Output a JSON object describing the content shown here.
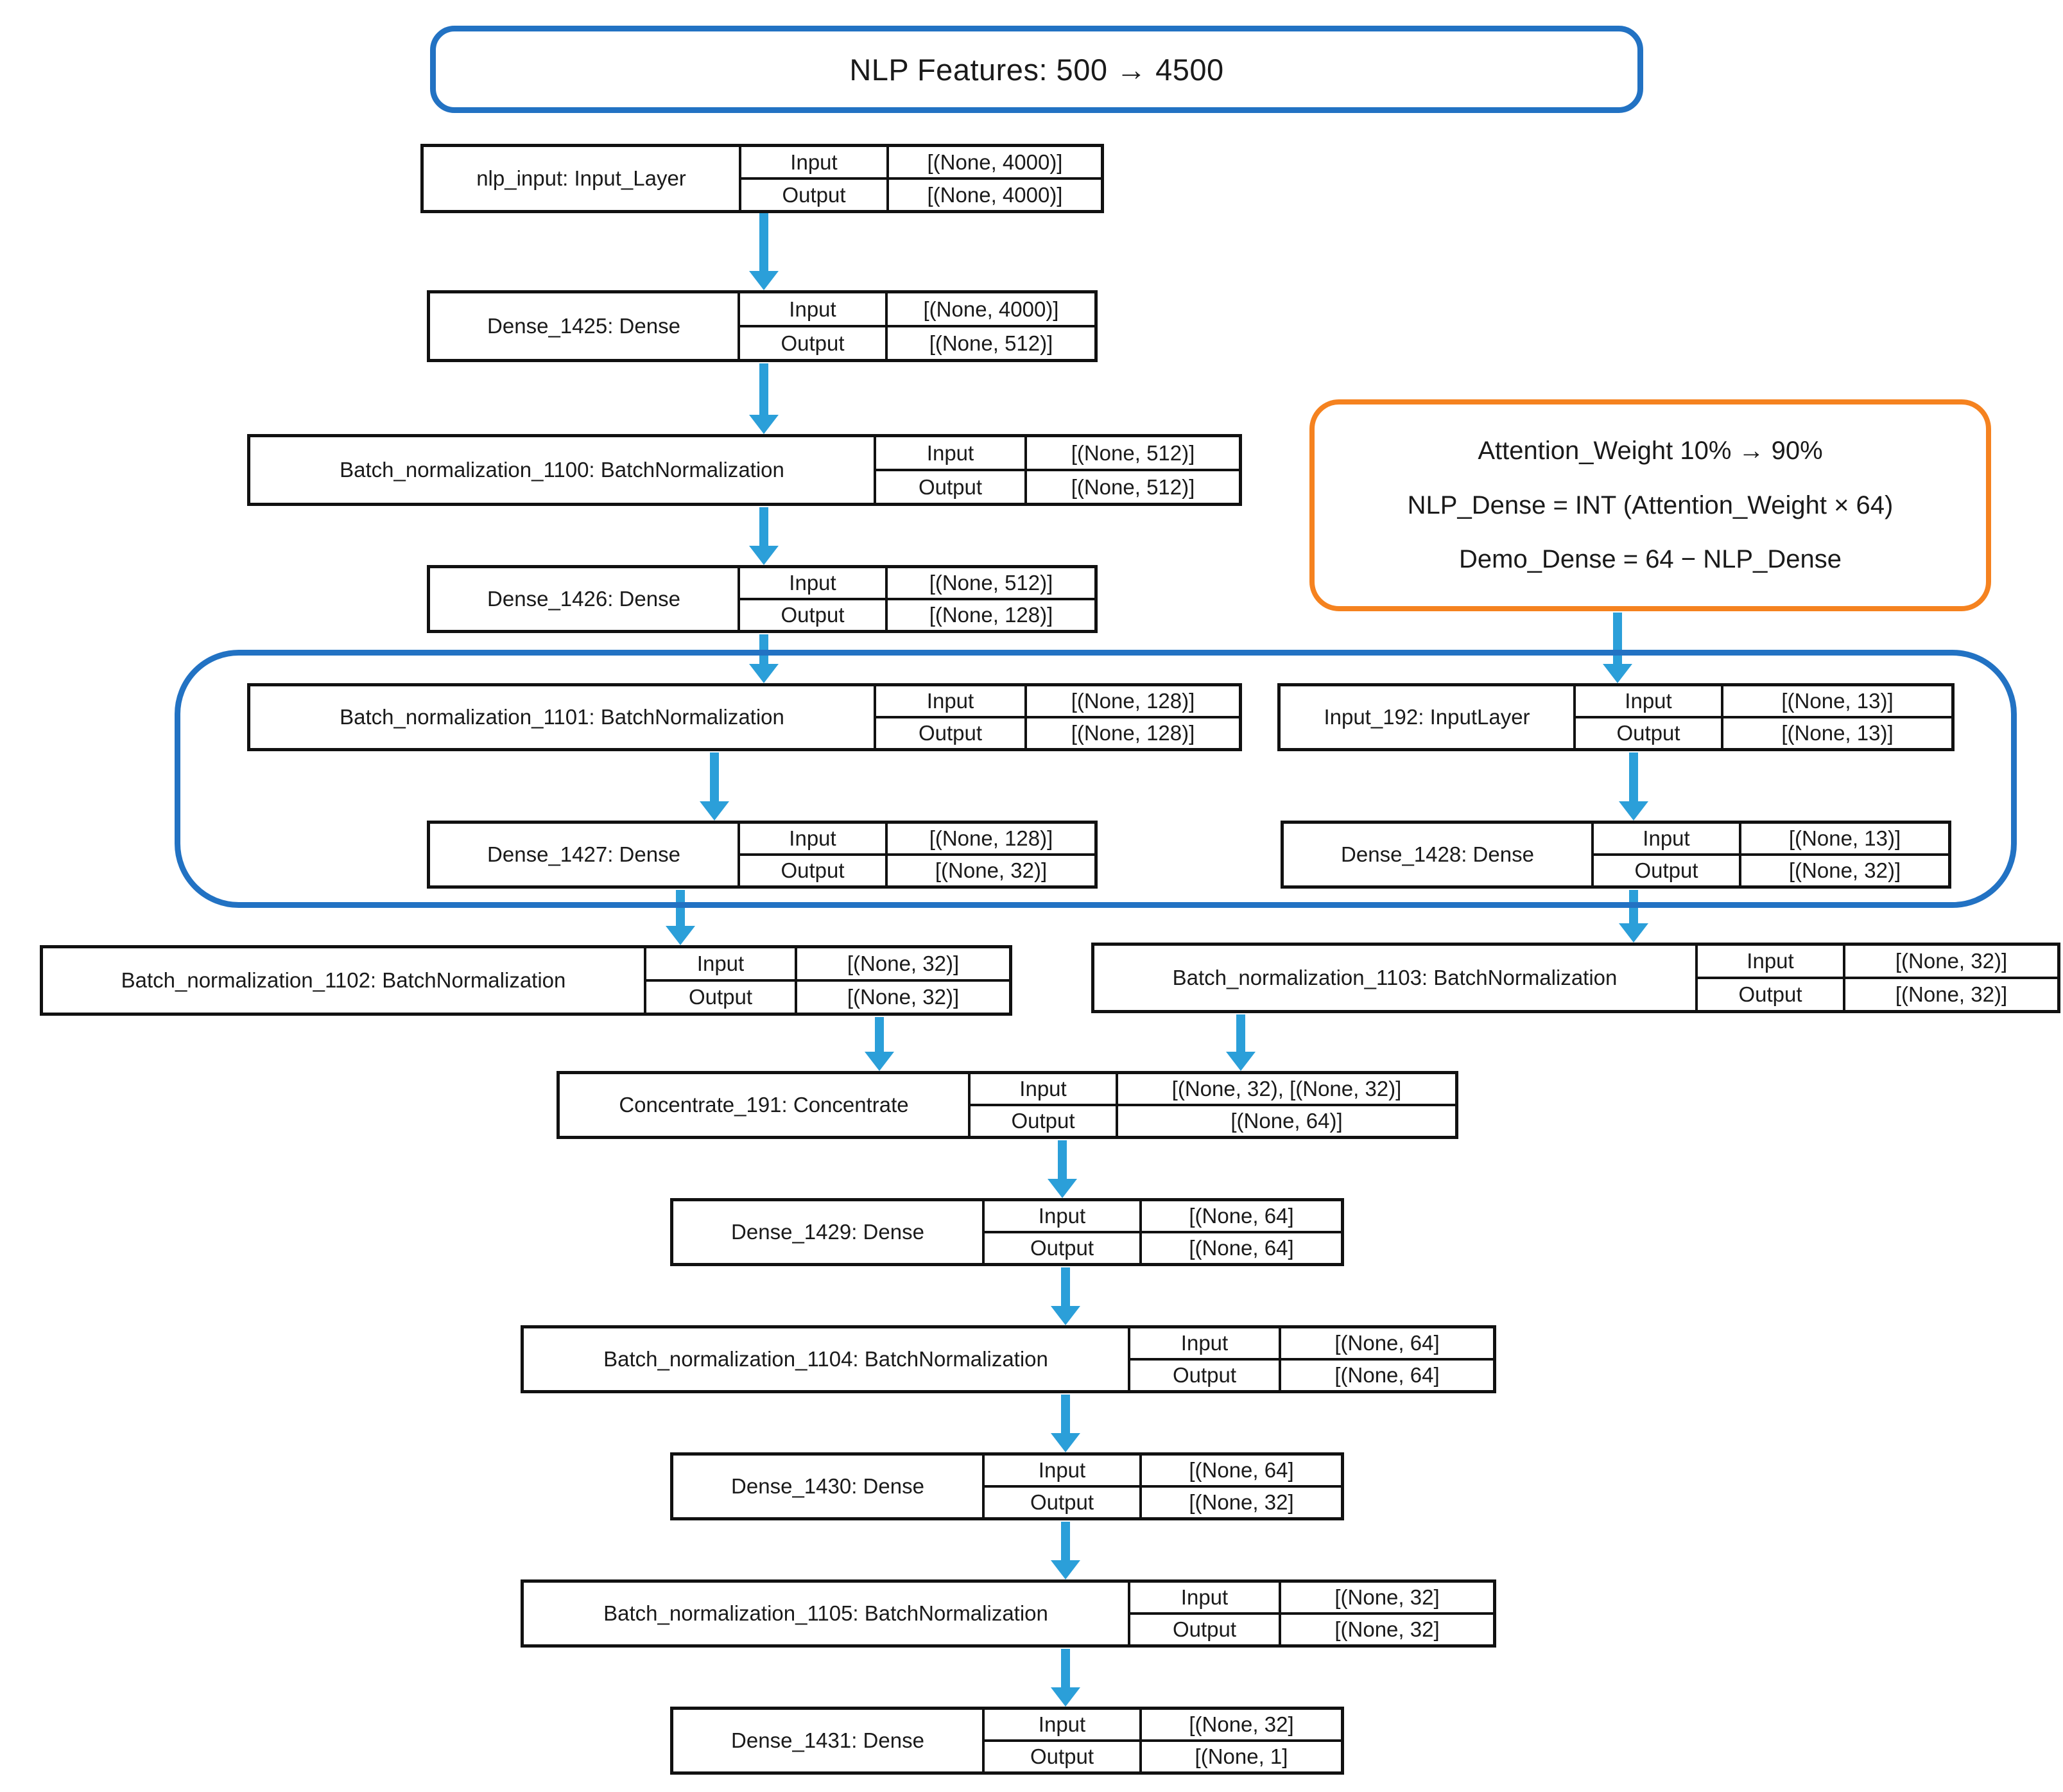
{
  "banner": {
    "text": "NLP Features: 500 → 4500"
  },
  "annotation": {
    "line1": "Attention_Weight 10% → 90%",
    "line2": "NLP_Dense = INT (Attention_Weight × 64)",
    "line3": "Demo_Dense = 64 − NLP_Dense"
  },
  "row_labels": {
    "input": "Input",
    "output": "Output"
  },
  "nodes": {
    "nlp_input": {
      "name": "nlp_input: Input_Layer",
      "input": "[(None, 4000)]",
      "output": "[(None, 4000)]"
    },
    "dense_1425": {
      "name": "Dense_1425: Dense",
      "input": "[(None, 4000)]",
      "output": "[(None, 512)]"
    },
    "bn_1100": {
      "name": "Batch_normalization_1100: BatchNormalization",
      "input": "[(None, 512)]",
      "output": "[(None, 512)]"
    },
    "dense_1426": {
      "name": "Dense_1426: Dense",
      "input": "[(None, 512)]",
      "output": "[(None, 128)]"
    },
    "bn_1101": {
      "name": "Batch_normalization_1101: BatchNormalization",
      "input": "[(None, 128)]",
      "output": "[(None, 128)]"
    },
    "input_192": {
      "name": "Input_192: InputLayer",
      "input": "[(None, 13)]",
      "output": "[(None, 13)]"
    },
    "dense_1427": {
      "name": "Dense_1427: Dense",
      "input": "[(None, 128)]",
      "output": "[(None, 32)]"
    },
    "dense_1428": {
      "name": "Dense_1428: Dense",
      "input": "[(None, 13)]",
      "output": "[(None, 32)]"
    },
    "bn_1102": {
      "name": "Batch_normalization_1102: BatchNormalization",
      "input": "[(None, 32)]",
      "output": "[(None, 32)]"
    },
    "bn_1103": {
      "name": "Batch_normalization_1103: BatchNormalization",
      "input": "[(None, 32)]",
      "output": "[(None, 32)]"
    },
    "concentrate": {
      "name": "Concentrate_191: Concentrate",
      "input": "[(None, 32), [(None, 32)]",
      "output": "[(None, 64)]"
    },
    "dense_1429": {
      "name": "Dense_1429: Dense",
      "input": "[(None, 64]",
      "output": "[(None, 64]"
    },
    "bn_1104": {
      "name": "Batch_normalization_1104: BatchNormalization",
      "input": "[(None, 64]",
      "output": "[(None, 64]"
    },
    "dense_1430": {
      "name": "Dense_1430: Dense",
      "input": "[(None, 64]",
      "output": "[(None, 32]"
    },
    "bn_1105": {
      "name": "Batch_normalization_1105: BatchNormalization",
      "input": "[(None, 32]",
      "output": "[(None, 32]"
    },
    "dense_1431": {
      "name": "Dense_1431: Dense",
      "input": "[(None, 32]",
      "output": "[(None, 1]"
    }
  },
  "colors": {
    "arrow_blue": "#2B9FD9",
    "outline_blue": "#2272C3",
    "annotation_orange": "#F5821F",
    "table_border": "#111111",
    "text": "#1A1A1A"
  }
}
